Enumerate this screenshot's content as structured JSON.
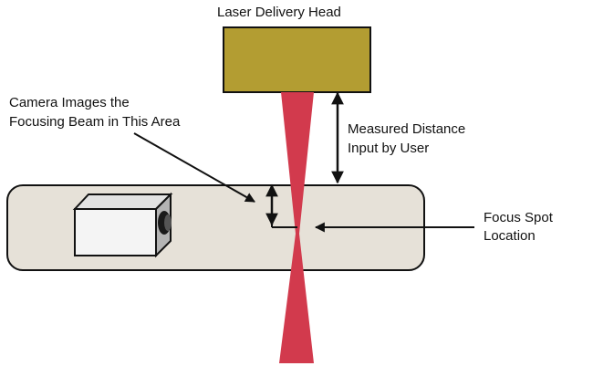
{
  "labels": {
    "laser_head": "Laser Delivery Head",
    "camera_area_line1": "Camera Images the",
    "camera_area_line2": "Focusing Beam in This Area",
    "measured_distance_line1": "Measured Distance",
    "measured_distance_line2": "Input by User",
    "focus_spot_line1": "Focus Spot",
    "focus_spot_line2": "Location"
  },
  "colors": {
    "laser_head_fill": "#b39d32",
    "beam": "#d23a4d",
    "stage_fill": "#e6e1d8",
    "outline": "#111111"
  }
}
